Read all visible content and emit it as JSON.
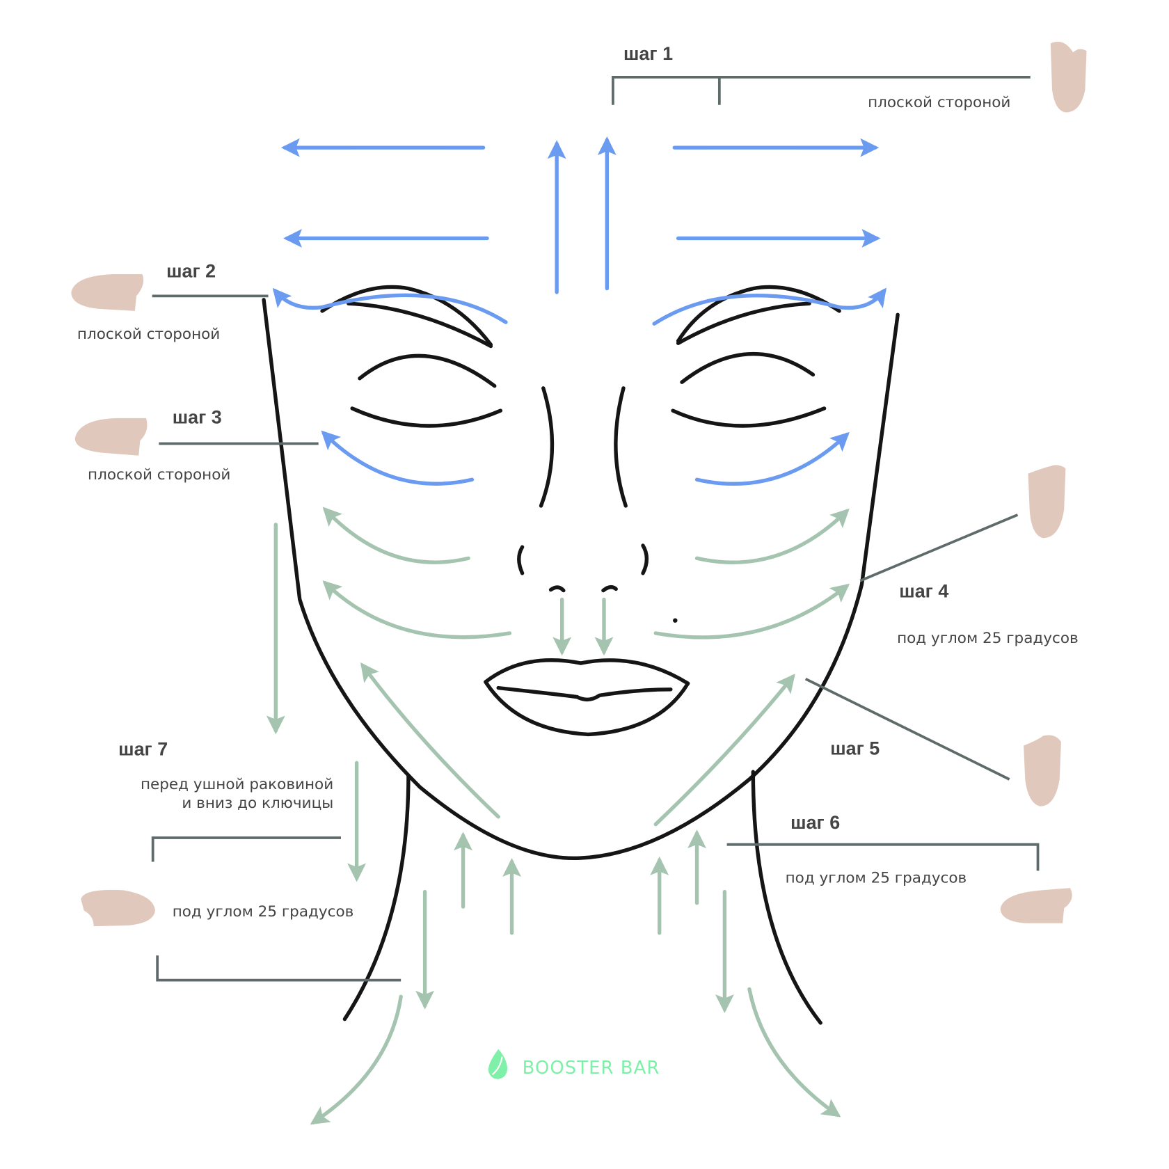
{
  "steps": [
    {
      "label": "шаг 1",
      "note": "плоской стороной"
    },
    {
      "label": "шаг 2",
      "note": "плоской стороной"
    },
    {
      "label": "шаг 3",
      "note": "плоской стороной"
    },
    {
      "label": "шаг 4",
      "note": "под углом 25 градусов"
    },
    {
      "label": "шаг 5"
    },
    {
      "label": "шаг 6",
      "note": "под углом 25 градусов"
    },
    {
      "label": "шаг 7",
      "note_line1": "перед ушной раковиной",
      "note_line2": "и вниз до ключицы",
      "note": "под углом 25 градусов"
    }
  ],
  "logo": {
    "text": "BOOSTER BAR",
    "icon": "leaf-drop-icon"
  },
  "colors": {
    "upper_arrows": "#6b9bf0",
    "lower_arrows": "#a5c4b0",
    "stone": "#e0c8bc",
    "logo": "#7ef0a8"
  }
}
